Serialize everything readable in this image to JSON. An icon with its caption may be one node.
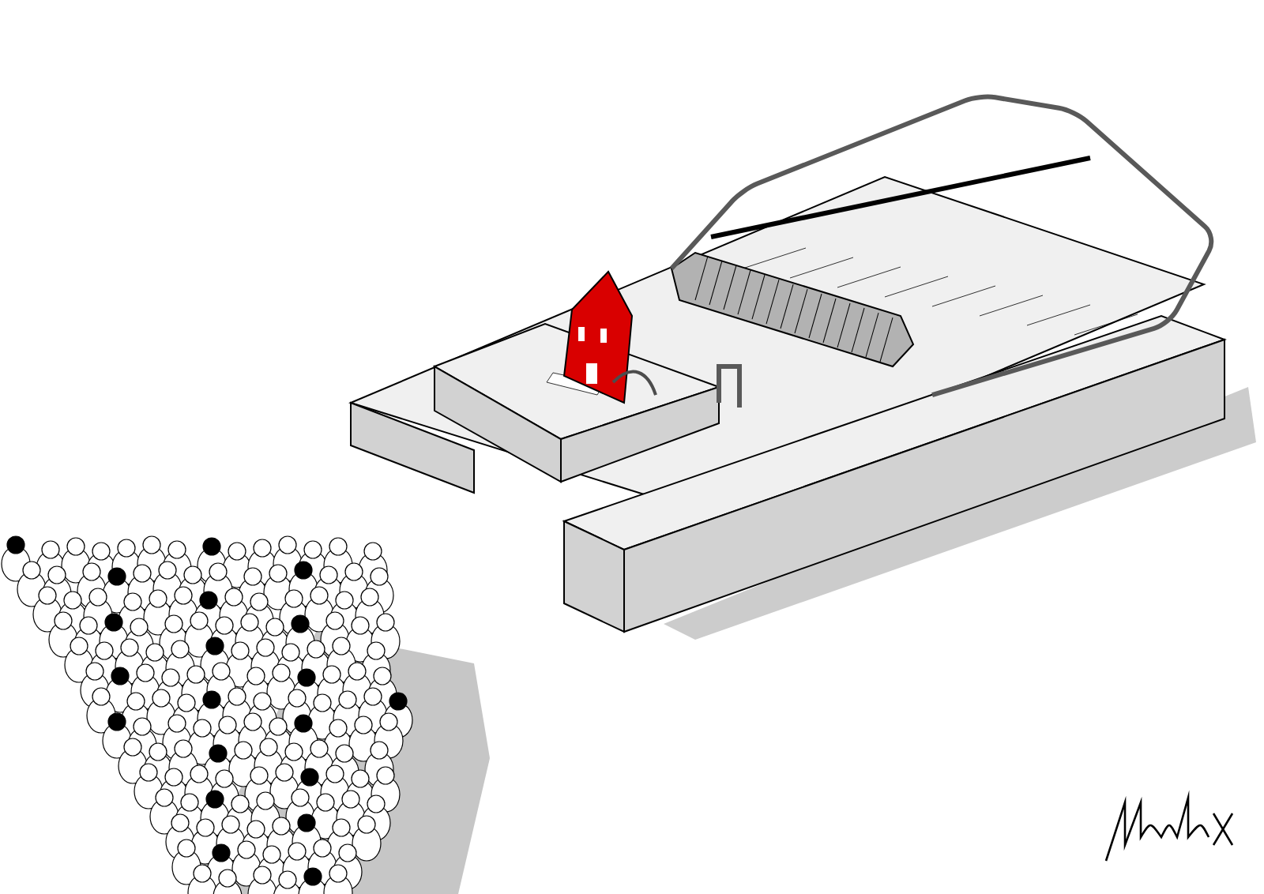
{
  "diagram": {
    "nodes": [
      {
        "text": [],
        "shape": "picture"
      },
      {
        "text": [],
        "shape": "picture"
      },
      {
        "text": [],
        "shape": "picture",
        "in": 1
      }
    ]
  }
}
